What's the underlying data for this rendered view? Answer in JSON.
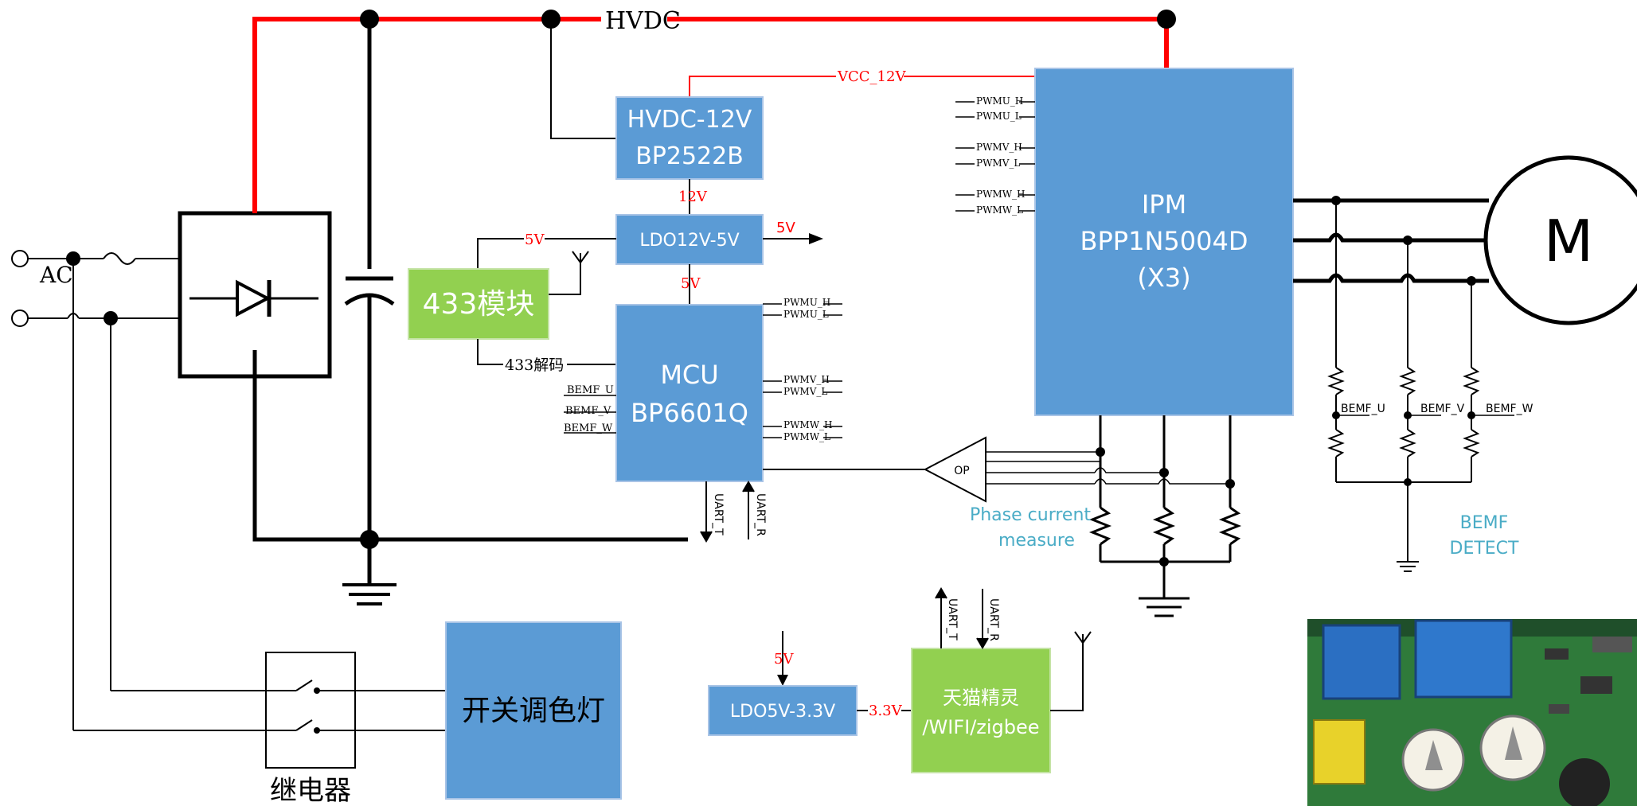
{
  "colors": {
    "block_blue": "#5b9bd5",
    "block_green": "#92d050",
    "hv_red": "#ff0000",
    "wire": "#000000",
    "label_teal": "#4aacc6",
    "label_red": "#ff0000"
  },
  "bus": {
    "hvdc": "HVDC",
    "vcc": "VCC_12V"
  },
  "blocks": {
    "hvdc12": [
      "HVDC-12V",
      "BP2522B"
    ],
    "ldo125": "LDO12V-5V",
    "mod433": "433模块",
    "mcu": [
      "MCU",
      "BP6601Q"
    ],
    "ipm": [
      "IPM",
      "BPP1N5004D",
      "(X3)"
    ],
    "light": "开关调色灯",
    "ldo533": "LDO5V-3.3V",
    "tmall": [
      "天猫精灵",
      "/WIFI/zigbee"
    ]
  },
  "labels": {
    "ac": "AC",
    "v12": "12V",
    "v5_a": "5V",
    "v5_b": "5V",
    "v5_out": "5V",
    "v5_c": "5V",
    "v33": "3.3V",
    "decode433": "433解码",
    "relay": "继电器",
    "op": "OP",
    "motor": "M",
    "phase": [
      "Phase current",
      "measure"
    ],
    "bemf_detect": [
      "BEMF",
      "DETECT"
    ],
    "uart_t": "UART_T",
    "uart_r": "UART_R"
  },
  "ipm_pins": [
    "PWMU_H",
    "PWMU_L",
    "PWMV_H",
    "PWMV_L",
    "PWMW_H",
    "PWMW_L"
  ],
  "mcu_pins_right": [
    "PWMU_H",
    "PWMU_L",
    "PWMV_H",
    "PWMV_L",
    "PWMW_H",
    "PWMW_L"
  ],
  "mcu_pins_left": [
    "BEMF_U",
    "BEMF_V",
    "BEMF_W"
  ],
  "bemf_taps": [
    "BEMF_U",
    "BEMF_V",
    "BEMF_W"
  ]
}
